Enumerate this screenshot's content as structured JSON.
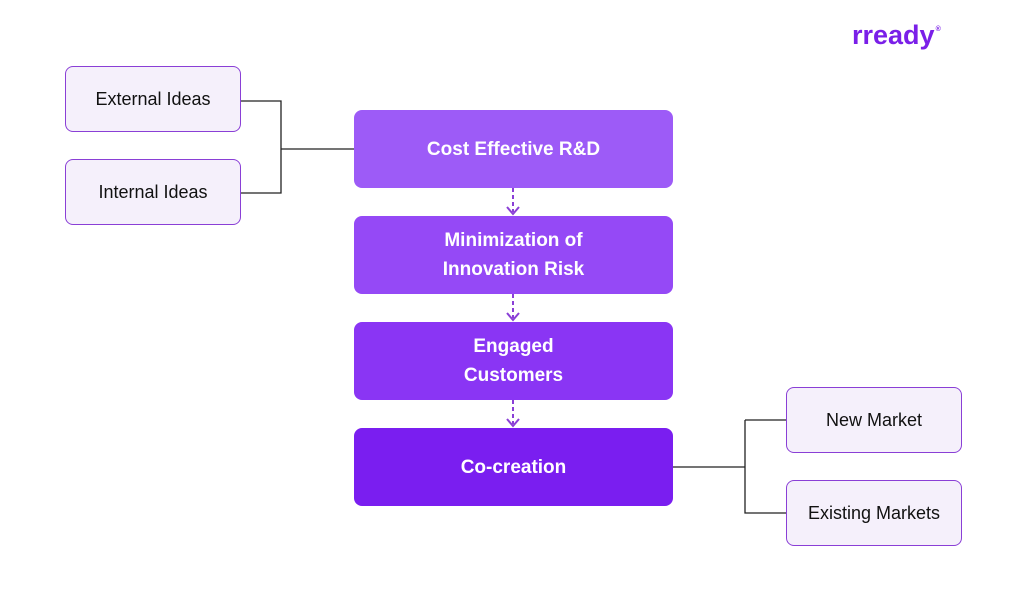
{
  "logo": {
    "text": "rready",
    "mark": "®"
  },
  "left_inputs": [
    "External Ideas",
    "Internal Ideas"
  ],
  "flow_steps": [
    {
      "label": "Cost Effective R&D",
      "color": "#9d5bf7"
    },
    {
      "label": "Minimization of\nInnovation Risk",
      "color": "#9549f6"
    },
    {
      "label": "Engaged\nCustomers",
      "color": "#8a35f4"
    },
    {
      "label": "Co-creation",
      "color": "#7a1ef0"
    }
  ],
  "right_outputs": [
    "New Market",
    "Existing Markets"
  ],
  "colors": {
    "accent": "#7a1fe8",
    "box_fill": "#f5f0fb",
    "box_border": "#8a3fd6",
    "arrow": "#8a3fd6"
  }
}
